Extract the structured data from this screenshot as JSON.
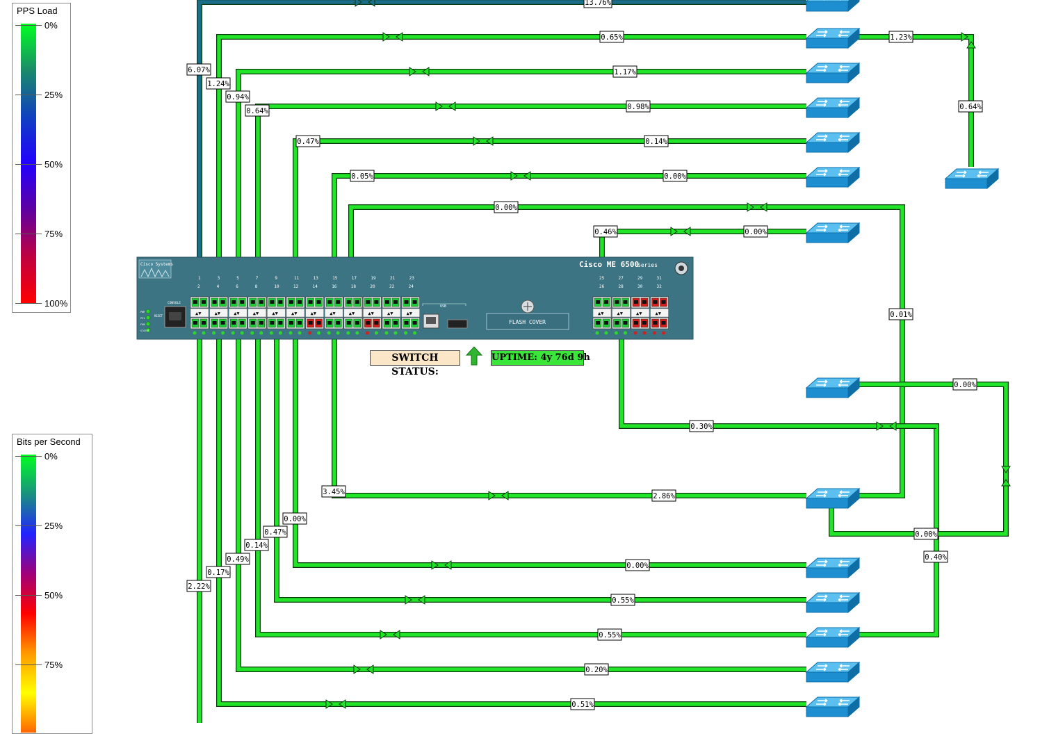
{
  "legend_pps": {
    "title": "PPS Load",
    "ticks": [
      "0%",
      "25%",
      "50%",
      "75%",
      "100%"
    ],
    "gradient": [
      "#00ff22",
      "#1a8a6a",
      "#1040c0",
      "#2200ff",
      "#6000a0",
      "#c00040",
      "#ff0000"
    ]
  },
  "legend_bps": {
    "title": "Bits per Second",
    "ticks": [
      "0%",
      "25%",
      "50%",
      "75%"
    ],
    "gradient": [
      "#00ff22",
      "#1a9080",
      "#2222ff",
      "#a0007a",
      "#ff0000",
      "#ff9900",
      "#ffff00",
      "#ff6600"
    ]
  },
  "device": {
    "brand": "Cisco Systems",
    "model": "Cisco ME 6500",
    "series": "Series",
    "console_label": "CONSOLE",
    "reset_label": "RESET",
    "usb_label": "USB",
    "flash_label": "FLASH COVER",
    "led_labels": [
      "PWR",
      "PS1",
      "FAN",
      "STATUS"
    ],
    "top_port_numbers": [
      "1",
      "3",
      "5",
      "7",
      "9",
      "11",
      "13",
      "15",
      "17",
      "19",
      "21",
      "23"
    ],
    "bottom_port_numbers": [
      "2",
      "4",
      "6",
      "8",
      "10",
      "12",
      "14",
      "16",
      "18",
      "20",
      "22",
      "24"
    ],
    "sfp_top_numbers": [
      "25",
      "27",
      "29",
      "31"
    ],
    "sfp_bottom_numbers": [
      "26",
      "28",
      "30",
      "32"
    ],
    "port_states_top": [
      "up",
      "up",
      "up",
      "up",
      "up",
      "up",
      "up",
      "up",
      "up",
      "up",
      "up",
      "up"
    ],
    "port_states_bottom": [
      "up",
      "up",
      "up",
      "up",
      "up",
      "up",
      "down",
      "up",
      "up",
      "down",
      "up",
      "up"
    ],
    "sfp_states_top": [
      "up",
      "up",
      "down",
      "down"
    ],
    "sfp_states_bottom": [
      "up",
      "up",
      "down",
      "down"
    ]
  },
  "status": {
    "label": "SWITCH STATUS:",
    "state": "up",
    "uptime": "UPTIME: 4y 76d 9h"
  },
  "link_labels": [
    "13.76%",
    "0.65%",
    "1.23%",
    "1.17%",
    "0.98%",
    "0.64%",
    "0.14%",
    "0.00%",
    "0.00%",
    "0.00%",
    "6.07%",
    "1.24%",
    "0.94%",
    "0.64%",
    "0.47%",
    "0.05%",
    "0.46%",
    "0.01%",
    "0.00%",
    "0.30%",
    "3.45%",
    "2.86%",
    "0.00%",
    "0.47%",
    "0.14%",
    "0.49%",
    "0.17%",
    "2.22%",
    "0.00%",
    "0.40%",
    "0.00%",
    "0.55%",
    "0.55%",
    "0.20%",
    "0.51%"
  ],
  "colors": {
    "link": "#22e52a",
    "link_top": "#1a6e8c",
    "chassis": "#3d7484",
    "port_up": "#22c93a",
    "port_down": "#d02020"
  }
}
